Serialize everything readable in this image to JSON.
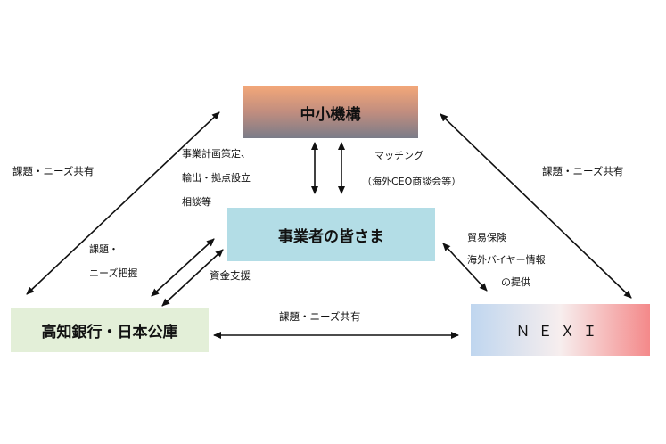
{
  "boxes": {
    "smrj": "中小機構",
    "business": "事業者の皆さま",
    "bank": "高知銀行・日本公庫",
    "nexi": "ＮＥＸＩ"
  },
  "labels": {
    "left_share": "課題・ニーズ共有",
    "right_share": "課題・ニーズ共有",
    "bottom_share": "課題・ニーズ共有",
    "planning_line1": "事業計画策定、",
    "planning_line2": "輸出・拠点設立",
    "planning_line3": "相談等",
    "matching_line1": "マッチング",
    "matching_line2": "（海外CEO商談会等）",
    "grasp_line1": "課題・",
    "grasp_line2": "ニーズ把握",
    "funding": "資金支援",
    "trade_line1": "貿易保険",
    "trade_line2": "海外バイヤー情報",
    "trade_line3": "の提供"
  },
  "colors": {
    "arrow": "#111111",
    "smrj_top": "#f2a779",
    "smrj_bottom": "#7a7c88",
    "business": "#b3dde6",
    "bank": "#e3efd8",
    "nexi_left": "#bfd6ef",
    "nexi_right": "#f4898a"
  }
}
